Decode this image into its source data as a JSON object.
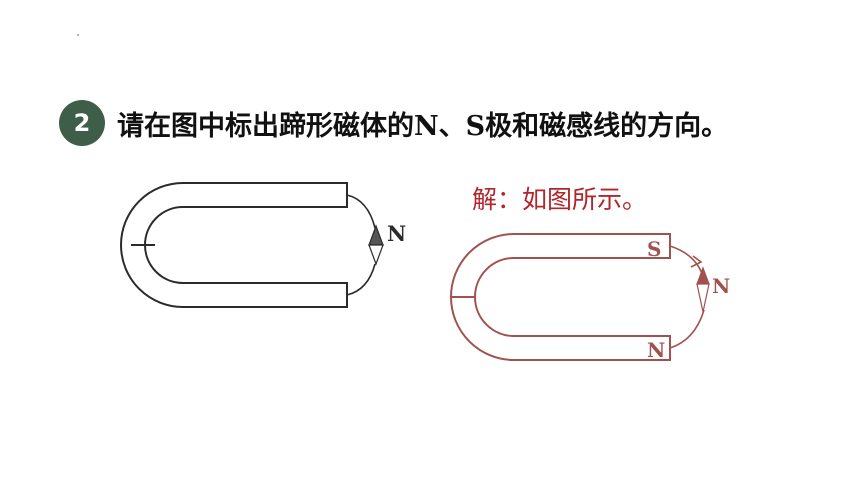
{
  "question": {
    "number": "2",
    "text": "请在图中标出蹄形磁体的N、S极和磁感线的方向。"
  },
  "answer": {
    "text": "解：如图所示。"
  },
  "figure_original": {
    "needle_label": "N"
  },
  "figure_answer": {
    "top_pole": "S",
    "bottom_pole": "N",
    "needle_label": "N"
  },
  "colors": {
    "badge": "#3f5e4a",
    "answer": "#b0262b",
    "magnet_answer": "#a0524f",
    "magnet_original": "#2b2b2b"
  }
}
